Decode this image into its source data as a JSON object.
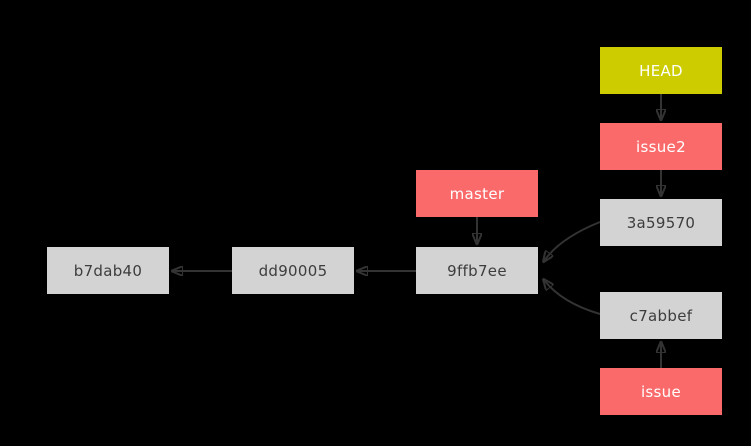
{
  "diagram": {
    "kind": "git-commit-graph",
    "background": "#000000",
    "colors": {
      "head_fill": "#cccc00",
      "branch_fill": "#fa6a6a",
      "commit_fill": "#d3d3d3",
      "edge_stroke": "#333333",
      "text_on_colored": "#ffffff",
      "text_on_commit": "#3d3d3d"
    },
    "nodes": {
      "head": {
        "label": "HEAD",
        "type": "head-pointer"
      },
      "issue2": {
        "label": "issue2",
        "type": "branch"
      },
      "master": {
        "label": "master",
        "type": "branch"
      },
      "issue": {
        "label": "issue",
        "type": "branch"
      },
      "c3a59570": {
        "label": "3a59570",
        "type": "commit"
      },
      "c9ffb7ee": {
        "label": "9ffb7ee",
        "type": "commit"
      },
      "cdd90005": {
        "label": "dd90005",
        "type": "commit"
      },
      "cb7dab40": {
        "label": "b7dab40",
        "type": "commit"
      },
      "cc7abbef": {
        "label": "c7abbef",
        "type": "commit"
      }
    },
    "edges": [
      {
        "from": "HEAD",
        "to": "issue2"
      },
      {
        "from": "issue2",
        "to": "3a59570"
      },
      {
        "from": "master",
        "to": "9ffb7ee"
      },
      {
        "from": "issue",
        "to": "c7abbef"
      },
      {
        "from": "3a59570",
        "to": "9ffb7ee"
      },
      {
        "from": "c7abbef",
        "to": "9ffb7ee"
      },
      {
        "from": "9ffb7ee",
        "to": "dd90005"
      },
      {
        "from": "dd90005",
        "to": "b7dab40"
      }
    ]
  }
}
